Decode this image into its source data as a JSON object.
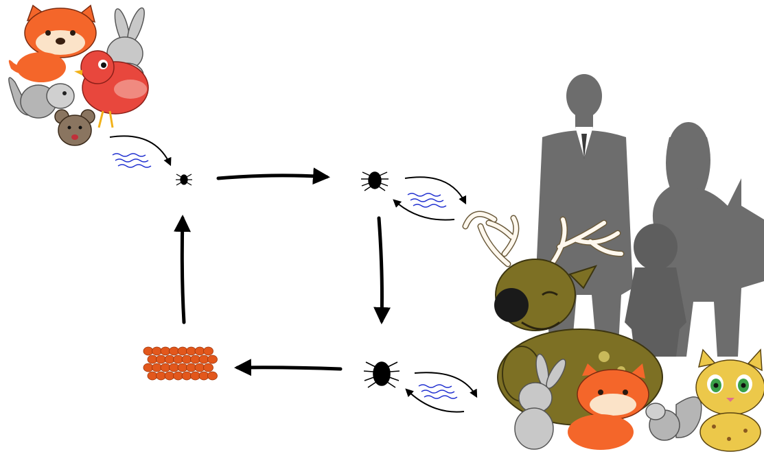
{
  "diagram": {
    "type": "life-cycle",
    "stages": [
      {
        "id": "larva",
        "icon": "small-tick-larva-icon"
      },
      {
        "id": "nymph",
        "icon": "tick-nymph-icon"
      },
      {
        "id": "adult",
        "icon": "adult-tick-icon"
      },
      {
        "id": "eggs",
        "icon": "tick-eggs-icon"
      }
    ],
    "cycle_direction": [
      "larva",
      "nymph",
      "adult",
      "eggs",
      "larva"
    ],
    "host_groups": [
      {
        "stage": "larva",
        "hosts": [
          "fox",
          "rabbit",
          "bird",
          "squirrel",
          "mouse"
        ]
      },
      {
        "stage": "nymph",
        "hosts": [
          "deer",
          "man",
          "woman",
          "child"
        ]
      },
      {
        "stage": "adult",
        "hosts": [
          "deer",
          "rabbit",
          "fox",
          "squirrel",
          "cat"
        ]
      }
    ],
    "colors": {
      "arrow": "#000000",
      "wave": "#1f2fd0",
      "eggs": "#e2571c",
      "silhouette": "#6b6b6b",
      "fox": "#f4662a",
      "bird": "#e8473d",
      "deer": "#7a6e22"
    }
  }
}
